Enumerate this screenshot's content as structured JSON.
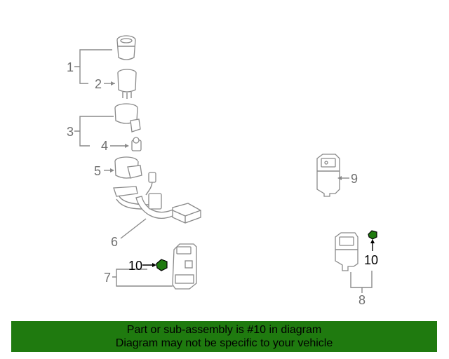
{
  "callouts": [
    {
      "label": "1"
    },
    {
      "label": "2"
    },
    {
      "label": "3"
    },
    {
      "label": "4"
    },
    {
      "label": "5"
    },
    {
      "label": "6"
    },
    {
      "label": "7"
    },
    {
      "label": "8"
    },
    {
      "label": "9"
    },
    {
      "label": "10"
    },
    {
      "label": "10"
    }
  ],
  "highlight_part": "10",
  "colors": {
    "banner_bg": "#1f7a0f",
    "highlight_part_fill": "#1f7a0f",
    "line_gray": "#8a8a8a",
    "label_gray": "#707070"
  },
  "banner": {
    "line1": "Part or sub-assembly is #10 in diagram",
    "line2": "Diagram may not be specific to your vehicle"
  }
}
